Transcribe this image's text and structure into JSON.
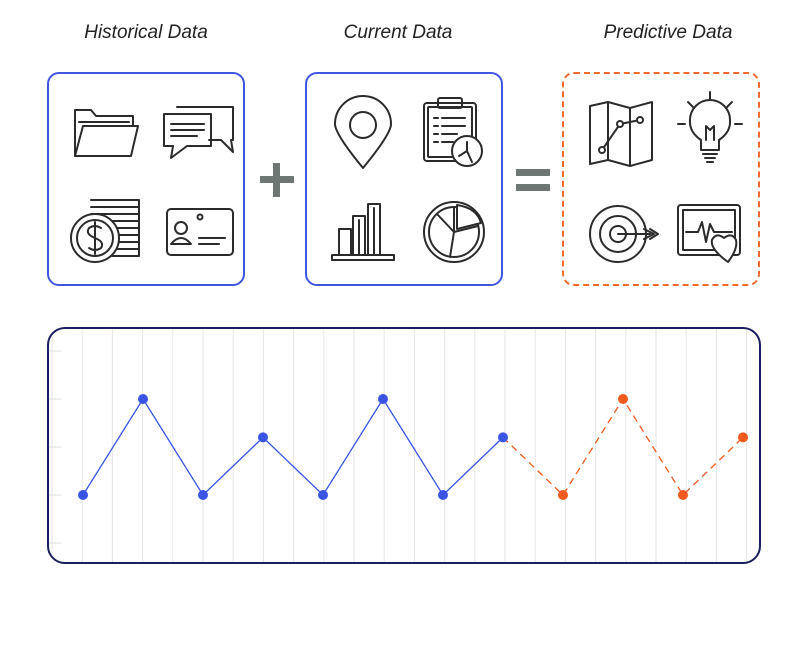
{
  "labels": {
    "historical": "Historical Data",
    "current": "Current Data",
    "predictive": "Predictive Data"
  },
  "icons": {
    "historical": [
      "folder-icon",
      "chat-bubbles-icon",
      "coin-stack-icon",
      "id-card-icon"
    ],
    "current": [
      "location-pin-icon",
      "clipboard-clock-icon",
      "bar-chart-icon",
      "pie-chart-icon"
    ],
    "predictive": [
      "map-route-icon",
      "lightbulb-icon",
      "target-icon",
      "heart-monitor-icon"
    ]
  },
  "operators": [
    "plus",
    "equals"
  ],
  "colors": {
    "historical_current_border": "#4055e0",
    "predictive_border": "#f26a2e",
    "chart_border": "#1a1f5e",
    "actual_series": "#3a55e6",
    "predicted_series": "#f25a1f",
    "operator": "#6f7775"
  },
  "chart_data": {
    "type": "line",
    "x": [
      1,
      2,
      3,
      4,
      5,
      6,
      7,
      8,
      9,
      10,
      11,
      12
    ],
    "ylim": [
      0,
      5
    ],
    "grid": "vertical",
    "series": [
      {
        "values": [
          2,
          4,
          2,
          3.2,
          2,
          4,
          2,
          3.2,
          null,
          null,
          null,
          null
        ],
        "style": "solid"
      },
      {
        "values": [
          null,
          null,
          null,
          null,
          null,
          null,
          null,
          3.2,
          2,
          4,
          2,
          3.2
        ],
        "style": "dashed"
      }
    ]
  }
}
